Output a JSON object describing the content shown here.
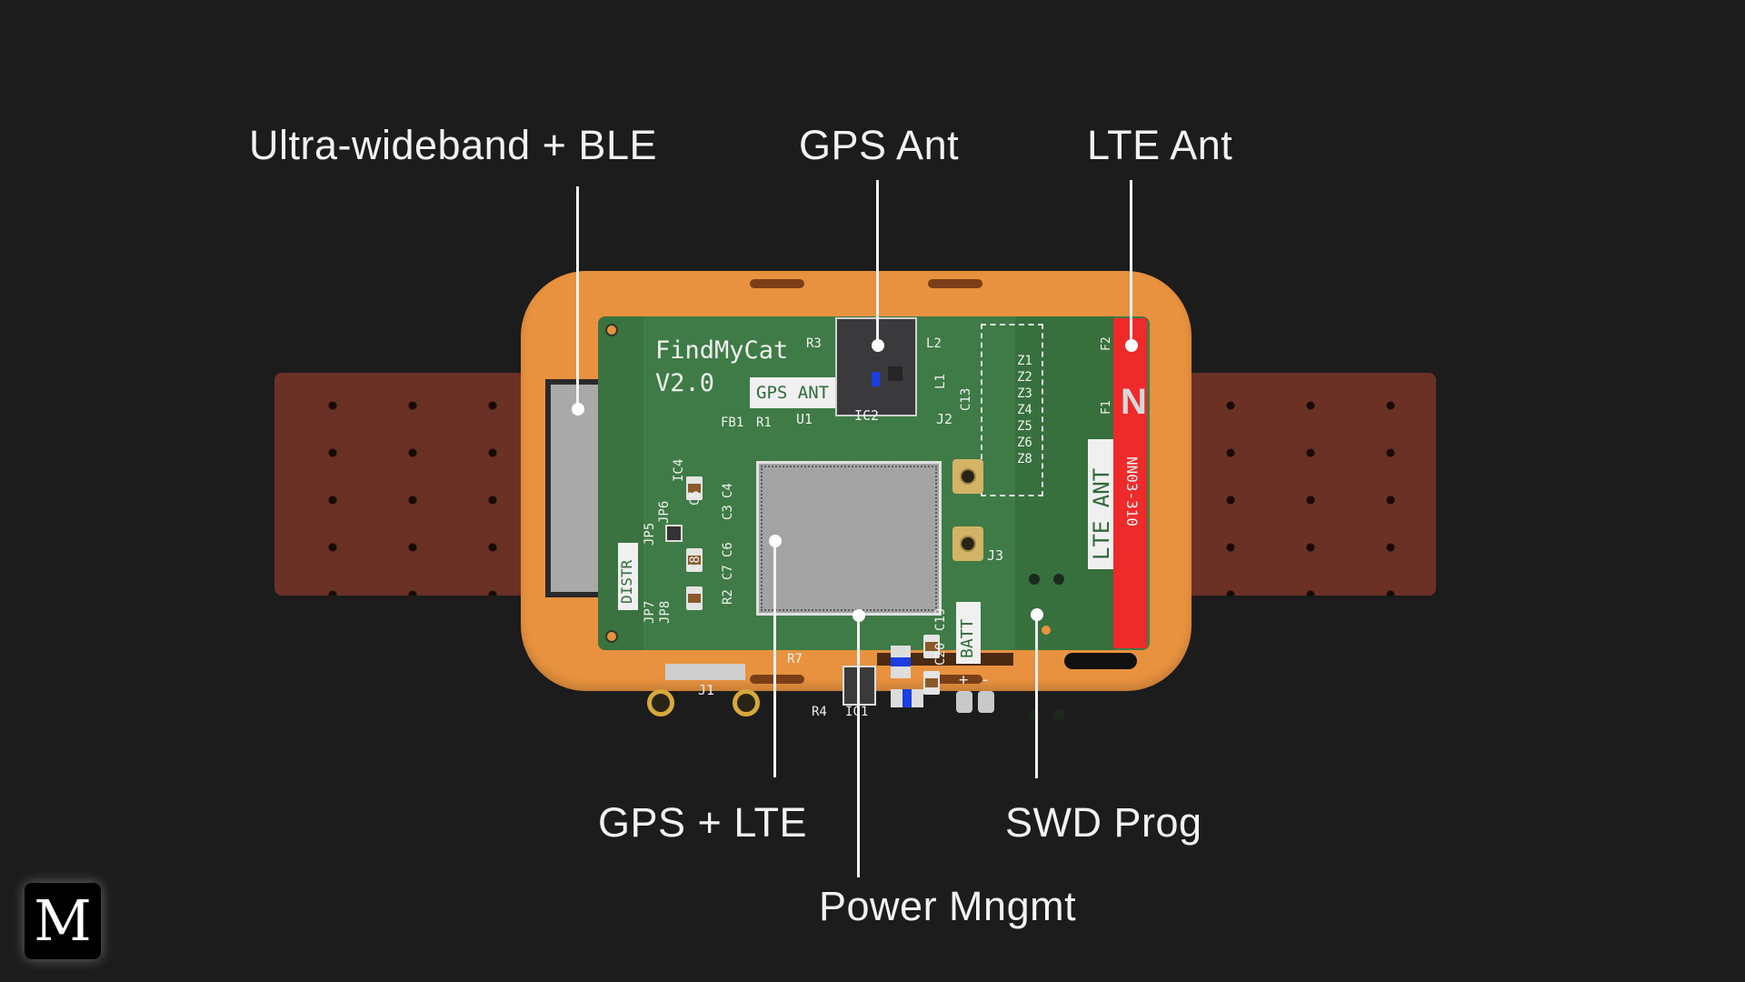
{
  "callouts": {
    "uwb_ble": "Ultra-wideband + BLE",
    "gps_ant": "GPS Ant",
    "lte_ant": "LTE Ant",
    "gps_lte": "GPS + LTE",
    "power": "Power Mngmt",
    "swd": "SWD Prog"
  },
  "pcb": {
    "title": "FindMyCat",
    "version": "V2.0",
    "gps_ant_label": "GPS ANT",
    "lte_ant_label": "LTE ANT",
    "distr_label": "DISTR",
    "batt_label": "BATT",
    "batt_plus": "+",
    "batt_minus": "-",
    "antenna_part": "NN03-310",
    "refs": [
      "R3",
      "L2",
      "L1",
      "C13",
      "Z1",
      "Z2",
      "Z3",
      "Z4",
      "Z5",
      "Z6",
      "Z8",
      "FB1",
      "R1",
      "U1",
      "IC2",
      "J2",
      "IC4",
      "C5",
      "C4",
      "C3",
      "JP6",
      "JP5",
      "C8",
      "C6",
      "C7",
      "R2",
      "JP7",
      "JP8",
      "J3",
      "R7",
      "R4",
      "IC1",
      "C19",
      "C20",
      "J1",
      "F1",
      "F2"
    ]
  },
  "colors": {
    "background": "#1c1c1c",
    "case": "#e8923f",
    "strap": "#6b3125",
    "pcb": "#3f7b46",
    "antenna": "#ee2a2a"
  },
  "logo": {
    "letter": "M"
  }
}
